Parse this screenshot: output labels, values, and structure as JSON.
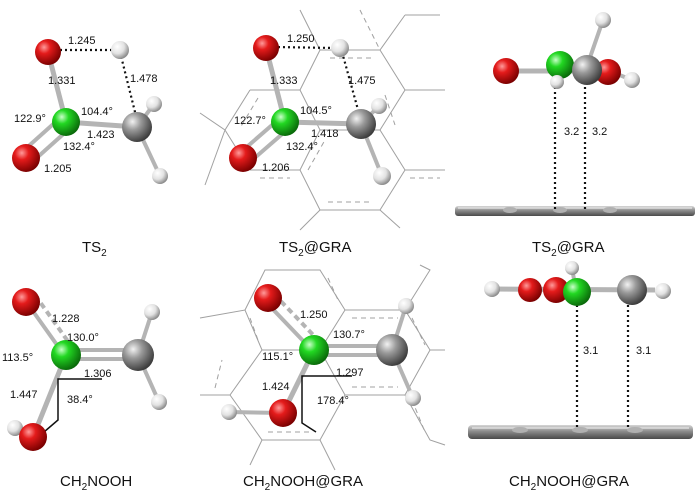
{
  "colors": {
    "oxygen": "#d81010",
    "nitrogen": "#19d219",
    "carbon": "#909090",
    "hydrogen": "#e8e8e8",
    "bond": "#b4b4b4",
    "graphene_line": "#9a9a9a",
    "dotted": "#111111"
  },
  "panels": {
    "ts2": {
      "caption_main": "TS",
      "caption_sub": "2",
      "caption_rest": "",
      "labels": {
        "oh": "1.245",
        "no": "1.331",
        "hc": "1.478",
        "ang_n": "104.4°",
        "ang_o": "122.9°",
        "nc": "1.423",
        "ang_c": "132.4°",
        "no2": "1.205"
      }
    },
    "ts2_gra": {
      "caption_main": "TS",
      "caption_sub": "2",
      "caption_rest": "@GRA",
      "labels": {
        "oh": "1.250",
        "no": "1.333",
        "hc": "1.475",
        "ang_n": "104.5°",
        "ang_o": "122.7°",
        "nc": "1.418",
        "ang_c": "132.4°",
        "no2": "1.206"
      }
    },
    "ts2_gra_side": {
      "caption_main": "TS",
      "caption_sub": "2",
      "caption_rest": "@GRA",
      "labels": {
        "d1": "3.2",
        "d2": "3.2"
      }
    },
    "ch2nooh": {
      "caption_main": "CH",
      "caption_sub": "2",
      "caption_rest": "NOOH",
      "labels": {
        "no": "1.228",
        "ang_top": "130.0°",
        "ang_left": "113.5°",
        "nc": "1.306",
        "oo": "1.447",
        "dih": "38.4°"
      }
    },
    "ch2nooh_gra": {
      "caption_main": "CH",
      "caption_sub": "2",
      "caption_rest": "NOOH@GRA",
      "labels": {
        "no": "1.250",
        "ang_top": "130.7°",
        "ang_left": "115.1°",
        "nc": "1.297",
        "oo": "1.424",
        "dih": "178.4°"
      }
    },
    "ch2nooh_gra_side": {
      "caption_main": "CH",
      "caption_sub": "2",
      "caption_rest": "NOOH@GRA",
      "labels": {
        "d1": "3.1",
        "d2": "3.1"
      }
    }
  }
}
